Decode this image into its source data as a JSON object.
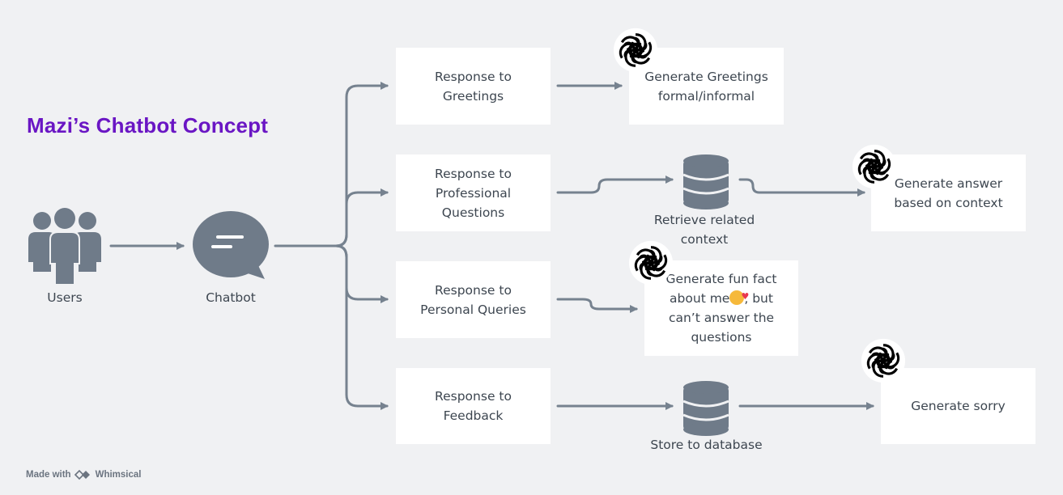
{
  "title": "Mazi’s Chatbot Concept",
  "nodes": {
    "users": "Users",
    "chatbot": "Chatbot",
    "greetings": "Response to\nGreetings",
    "professional": "Response to\nProfessional\nQuestions",
    "personal": "Response to\nPersonal Queries",
    "feedback": "Response to\nFeedback",
    "gen_greetings": "Generate Greetings\nformal/informal",
    "retrieve": "Retrieve related\ncontext",
    "gen_answer": "Generate answer\nbased on context",
    "fun_fact_1": "Generate fun fact\nabout me",
    "fun_fact_2": ", but\ncan’t answer the\nquestions",
    "store": "Store to database",
    "sorry": "Generate sorry"
  },
  "footer": {
    "made_with": "Made with",
    "brand": "Whimsical"
  },
  "colors": {
    "title": "#6a16c4",
    "connector": "#76828f",
    "icon": "#6f7b89",
    "card": "#ffffff",
    "background": "#f0f1f3"
  },
  "icons": [
    "users-icon",
    "chat-bubble-icon",
    "database-icon",
    "openai-logo-icon",
    "emoji-icon",
    "whimsical-logo-icon"
  ]
}
